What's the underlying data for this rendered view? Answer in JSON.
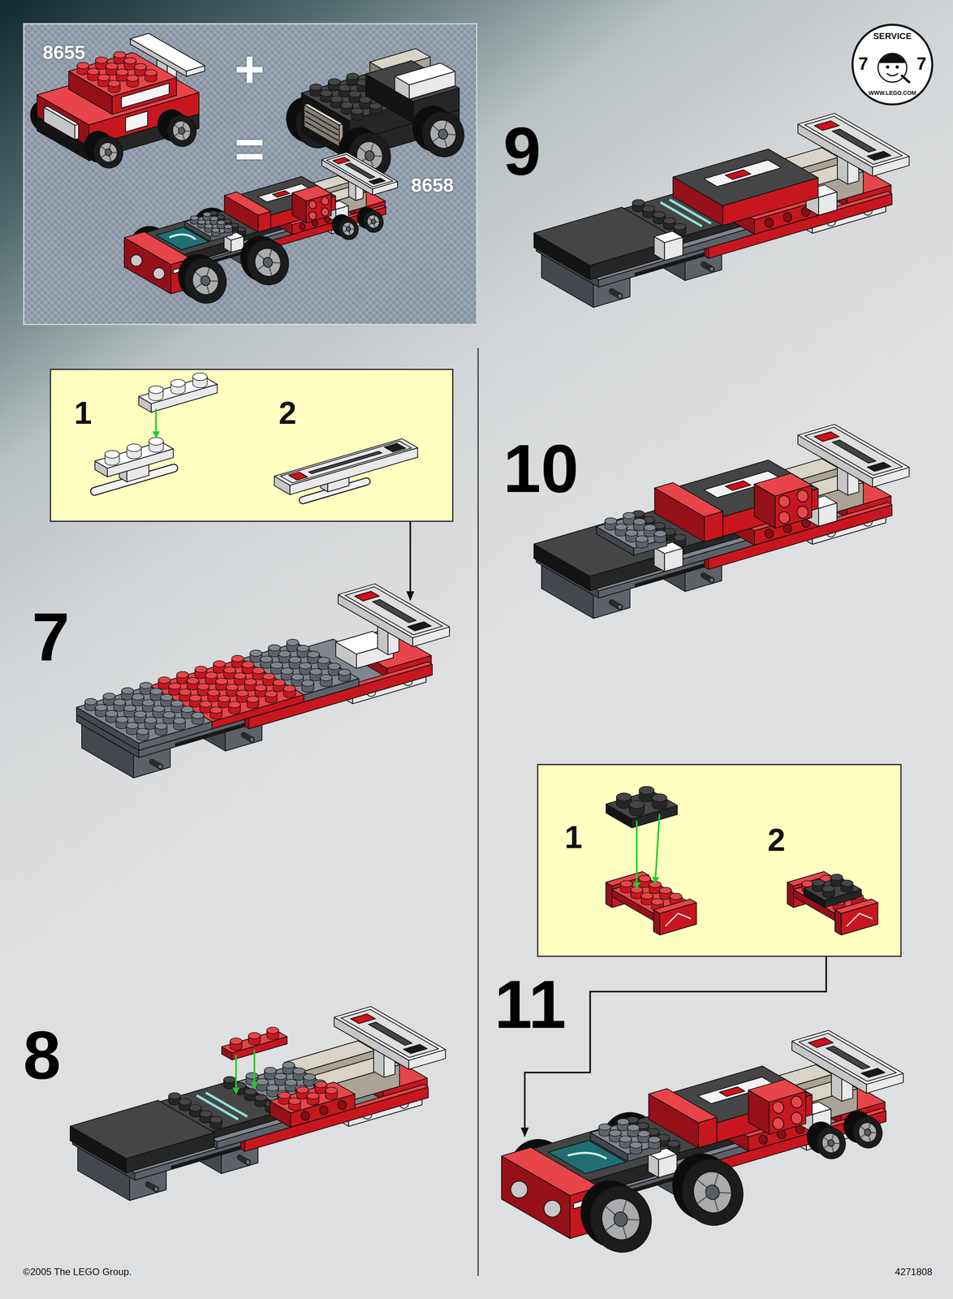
{
  "diagram": {
    "nodes": [
      {
        "text": [
          "8655",
          "+",
          "=",
          "8658"
        ]
      },
      {
        "text": [
          "1",
          "2"
        ]
      },
      {
        "text": [
          "1",
          "2"
        ]
      }
    ],
    "labels": [
      "SERVICE",
      "7",
      "7",
      "WWW.LEGO.COM",
      "9",
      "7",
      "10",
      "8",
      "11",
      "©2005 The LEGO Group.",
      "4271808"
    ]
  }
}
